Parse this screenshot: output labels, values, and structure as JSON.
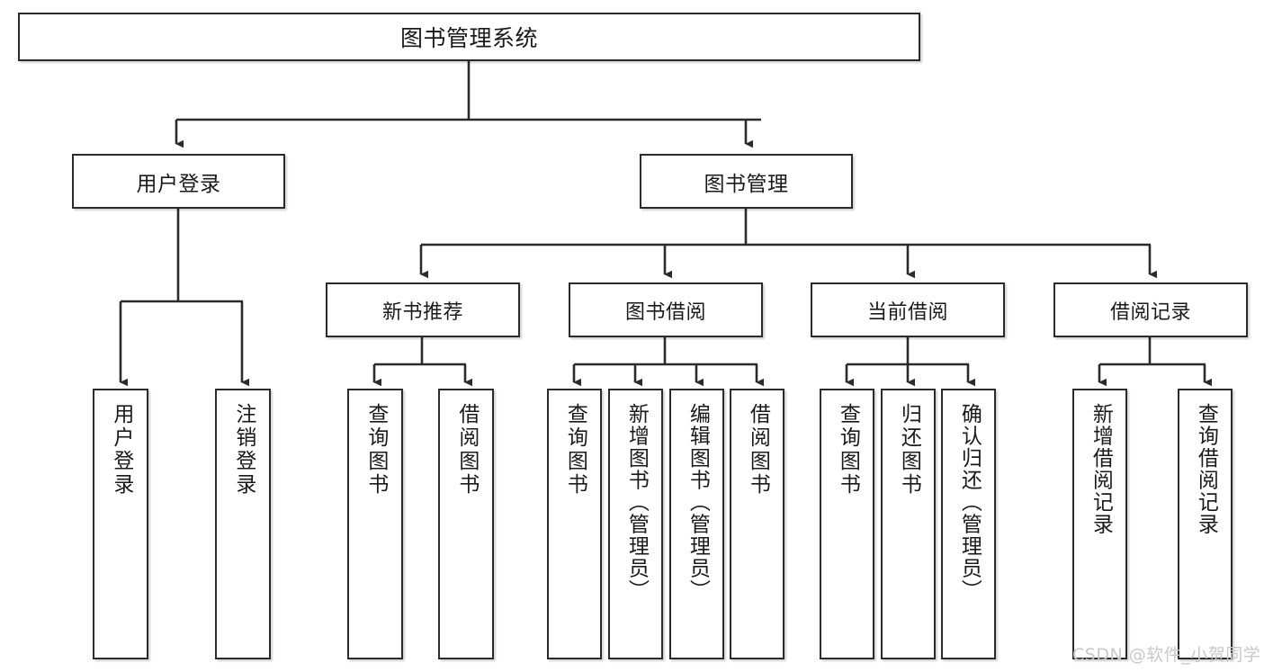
{
  "diagram": {
    "title": "图书管理系统",
    "watermark": "CSDN @软件_小贺同学",
    "style": {
      "box_border_color": "#2b2b2b",
      "box_fill_color": "#ffffff",
      "connector_color": "#2b2b2b",
      "text_color": "#1a1a1a",
      "watermark_color": "#c9c9c9",
      "background": "#ffffff"
    },
    "root": {
      "label": "图书管理系统"
    },
    "level2": [
      {
        "label": "用户登录"
      },
      {
        "label": "图书管理"
      }
    ],
    "level3": [
      {
        "label": "新书推荐"
      },
      {
        "label": "图书借阅"
      },
      {
        "label": "当前借阅"
      },
      {
        "label": "借阅记录"
      }
    ],
    "leaves": {
      "user_login": [
        {
          "label": "用户登录"
        },
        {
          "label": "注销登录"
        }
      ],
      "new_book_recommend": [
        {
          "label": "查询图书"
        },
        {
          "label": "借阅图书"
        }
      ],
      "book_borrow": [
        {
          "label": "查询图书"
        },
        {
          "label": "新增图书（管理员）"
        },
        {
          "label": "编辑图书（管理员）"
        },
        {
          "label": "借阅图书"
        }
      ],
      "current_borrow": [
        {
          "label": "查询图书"
        },
        {
          "label": "归还图书"
        },
        {
          "label": "确认归还（管理员）"
        }
      ],
      "borrow_record": [
        {
          "label": "新增借阅记录"
        },
        {
          "label": "查询借阅记录"
        }
      ]
    }
  }
}
